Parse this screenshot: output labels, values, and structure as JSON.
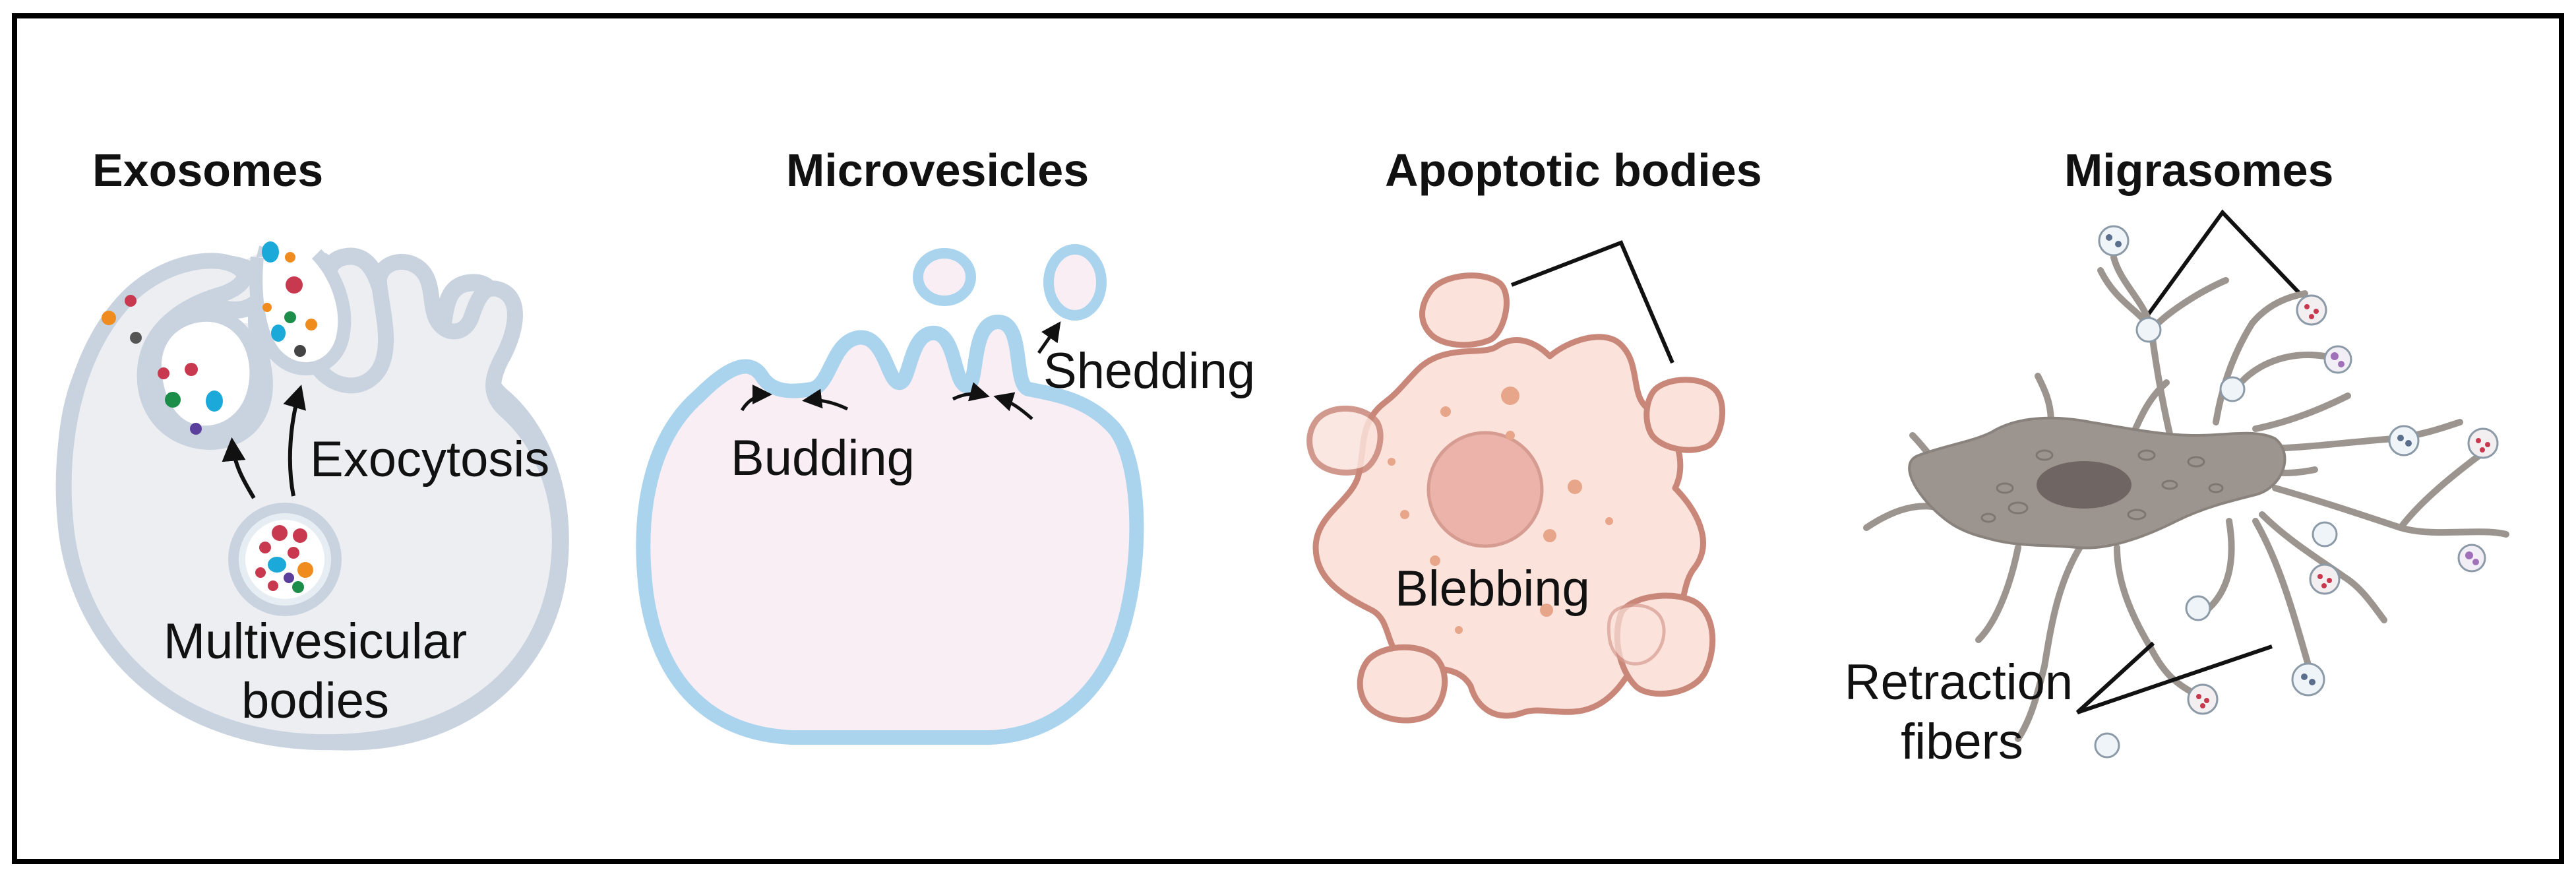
{
  "panels": {
    "exosomes": {
      "title": "Exosomes",
      "label_exocytosis": "Exocytosis",
      "label_mvb_line1": "Multivesicular",
      "label_mvb_line2": "bodies"
    },
    "microvesicles": {
      "title": "Microvesicles",
      "label_budding": "Budding",
      "label_shedding": "Shedding"
    },
    "apoptotic_bodies": {
      "title": "Apoptotic bodies",
      "label_blebbing": "Blebbing"
    },
    "migrasomes": {
      "title": "Migrasomes",
      "label_retraction_line1": "Retraction",
      "label_retraction_line2": "fibers"
    }
  },
  "colors": {
    "frame": "#000000",
    "membrane_outline": "#c9d3df",
    "cytoplasm_gray": "#eceef1",
    "microvesicle_fill": "#f8eef3",
    "microvesicle_outline": "#aad3ee",
    "apoptotic_fill": "#fbe3dc",
    "apoptotic_outline": "#c9877a",
    "apoptotic_nucleus": "#ebb3aa",
    "migrasome_cell": "#9c958f",
    "migrasome_nucleus": "#6f6663",
    "vesicle_red": "#c8394f",
    "vesicle_cyan": "#1aa9d9",
    "vesicle_orange": "#f08c1e",
    "vesicle_green": "#1d8d4a",
    "vesicle_purple": "#5a3f9c"
  },
  "icons": [
    "multivesicular-body-icon",
    "budding-arrow-icon",
    "shedding-arrow-icon",
    "migrasome-vesicle-icon"
  ]
}
